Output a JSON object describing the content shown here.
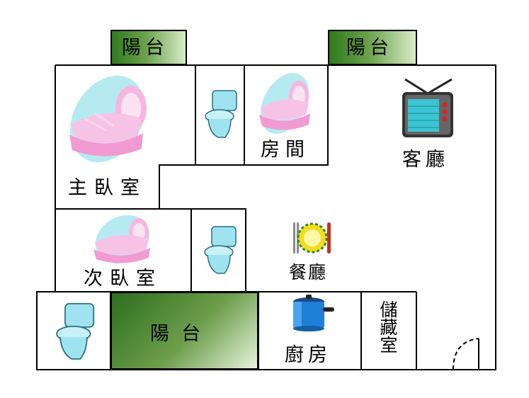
{
  "colors": {
    "wall": "#000000",
    "balcony_dark": "#2f7a1e",
    "balcony_light": "#dcecc8",
    "crib_pink": "#f2a8d8",
    "crib_halo": "#9fe0ea",
    "toilet": "#9fe3f0",
    "tv_screen": "#3cc4d4",
    "pot_blue": "#1f7fd6",
    "plate_yellow": "#f3dc20"
  },
  "labels": {
    "balcony_top_left": "陽台",
    "balcony_top_right": "陽台",
    "balcony_bottom": "陽  台",
    "master_bedroom": "主臥室",
    "room": "房間",
    "living_room": "客廳",
    "second_bedroom": "次臥室",
    "dining_room": "餐廳",
    "kitchen": "廚房",
    "storage": "儲藏室"
  },
  "icons": [
    "crib-icon",
    "toilet-icon",
    "tv-icon",
    "dining-plate-icon",
    "cooking-pot-icon",
    "door-swing-icon"
  ]
}
